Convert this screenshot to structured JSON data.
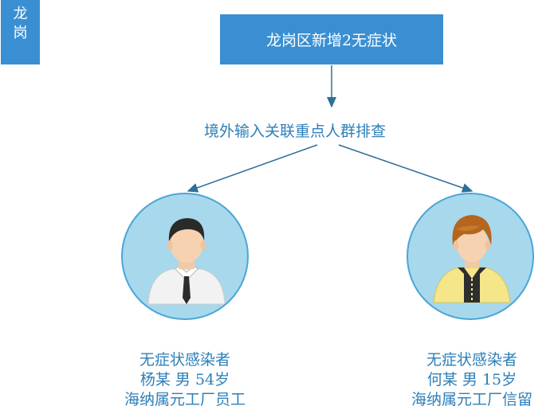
{
  "side_tab": {
    "chars": [
      "龙",
      "岗"
    ]
  },
  "title": "龙岗区新增2无症状",
  "subtitle": "境外输入关联重点人群排查",
  "persons": [
    {
      "type": "无症状感染者",
      "name": "杨某",
      "gender": "男",
      "age": "54岁",
      "detail": "海纳属元工厂员工",
      "avatar": "man-in-shirt-and-tie"
    },
    {
      "type": "无症状感染者",
      "name": "何某",
      "gender": "男",
      "age": "15岁",
      "detail": "海纳属元工厂信留",
      "avatar": "boy-in-yellow-jacket"
    }
  ],
  "colors": {
    "accent": "#3a8fd2",
    "text": "#2d7fb8",
    "circle": "#a7d8ec",
    "arrow": "#2d6f99"
  }
}
